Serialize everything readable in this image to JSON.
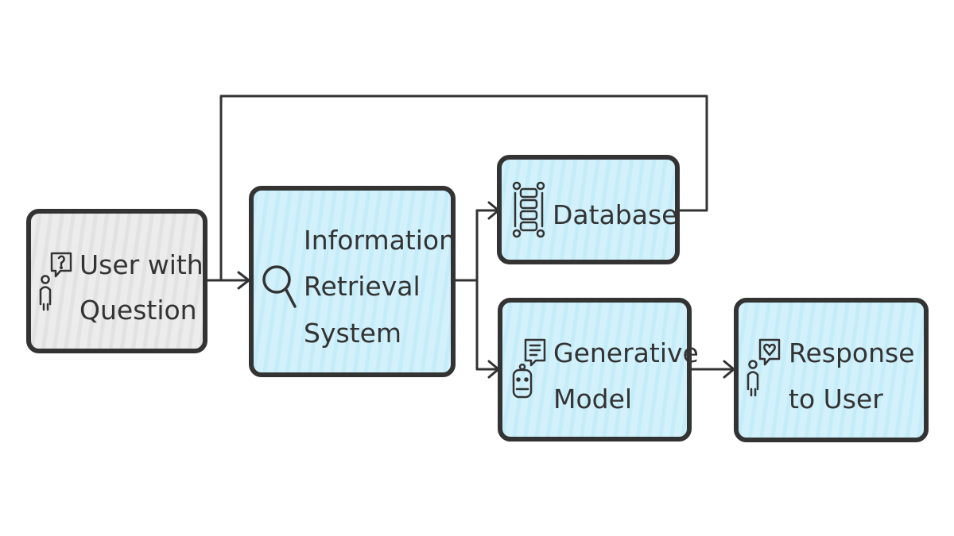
{
  "colors": {
    "stroke": "#333333",
    "user_fill": "#e8e8e8",
    "process_fill": "#d3f1fb",
    "hatch": "#bfe9f7"
  },
  "nodes": [
    {
      "id": "user",
      "icon": "user-question-icon",
      "lines": [
        "User with",
        "Question"
      ]
    },
    {
      "id": "retrieval",
      "icon": "magnifier-icon",
      "lines": [
        "Information",
        "Retrieval",
        "System"
      ]
    },
    {
      "id": "database",
      "icon": "database-icon",
      "lines": [
        "Database"
      ]
    },
    {
      "id": "generative",
      "icon": "robot-chat-icon",
      "lines": [
        "Generative",
        "Model"
      ]
    },
    {
      "id": "response",
      "icon": "user-heart-icon",
      "lines": [
        "Response",
        "to User"
      ]
    }
  ],
  "edges": [
    {
      "from": "user",
      "to": "retrieval"
    },
    {
      "from": "retrieval",
      "to": "database"
    },
    {
      "from": "retrieval",
      "to": "generative"
    },
    {
      "from": "generative",
      "to": "response"
    },
    {
      "from": "database",
      "to": "retrieval",
      "via": "top-loop"
    }
  ]
}
